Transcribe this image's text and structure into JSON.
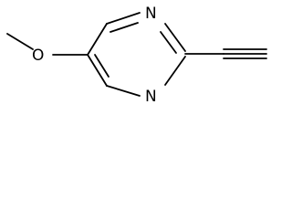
{
  "molecule": {
    "atoms": {
      "n_top": "N",
      "n_bottom": "N",
      "o_methoxy": "O"
    },
    "colors": {
      "bond": "#000000",
      "label": "#000000",
      "background": "#ffffff"
    }
  }
}
